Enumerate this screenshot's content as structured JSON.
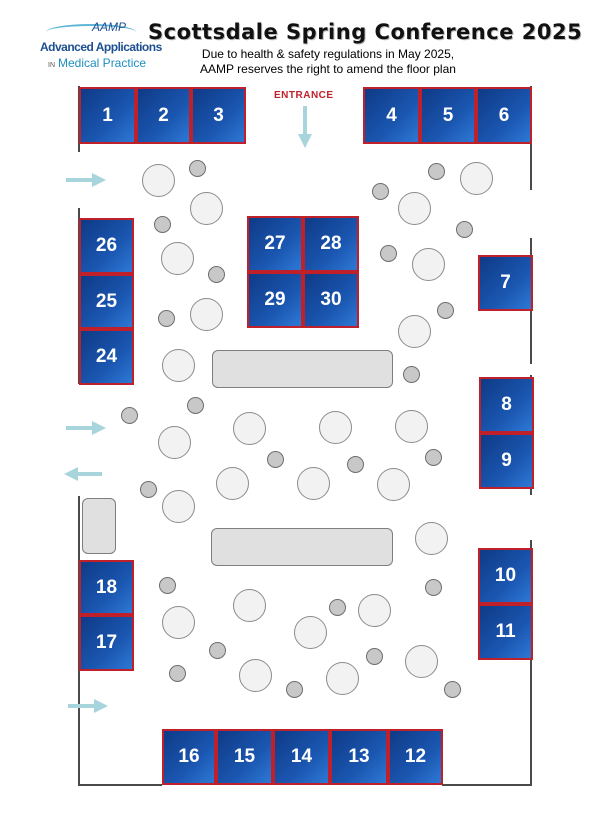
{
  "logo": {
    "aamp": "AAMP",
    "line1": "Advanced Applications",
    "line2_in": "IN",
    "line2": "Medical Practice"
  },
  "header": {
    "title": "Scottsdale Spring Conference 2025",
    "subtitle_line1": "Due to health & safety regulations in May 2025,",
    "subtitle_line2": "AAMP reserves the right to amend the floor plan"
  },
  "entrance_label": "ENTRANCE",
  "booths": [
    "1",
    "2",
    "3",
    "4",
    "5",
    "6",
    "7",
    "8",
    "9",
    "10",
    "11",
    "12",
    "13",
    "14",
    "15",
    "16",
    "17",
    "18",
    "24",
    "25",
    "26",
    "27",
    "28",
    "29",
    "30"
  ],
  "colors": {
    "booth_fill": "#1a56b0",
    "booth_border": "#c0202a",
    "arrow": "#a8d4dc",
    "entrance_text": "#c0202a"
  }
}
